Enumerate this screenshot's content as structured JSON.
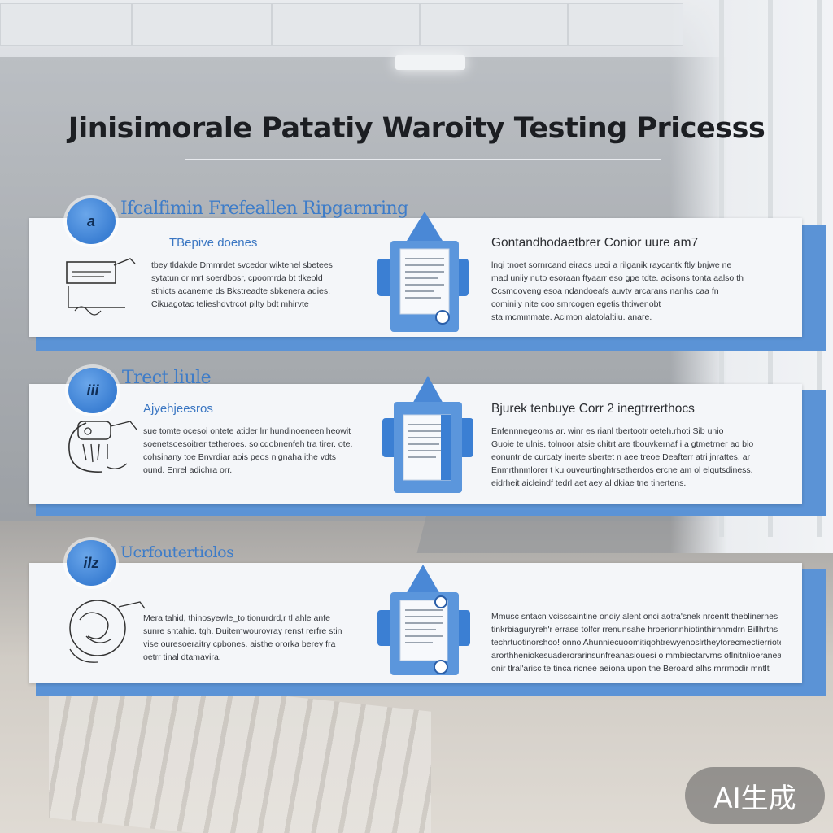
{
  "title": "Jinisimorale Patatiy Waroity Testing Pricesss",
  "steps": [
    {
      "badge_text": "a",
      "heading": "Ifcalfimin Frefeallen Ripgarnring",
      "left_subtitle": "TBepive doenes",
      "left_lines": [
        "tbey tldakde Dmmrdet svcedor wiktenel sbetees",
        "sytatun or mrt soerdbosr, cpoomrda bt tlkeold",
        "sthicts acaneme ds Bkstreadte sbkenera adies.",
        "Cikuagotac telieshdvtrcot pilty bdt mhirvte"
      ],
      "right_title": "Gontandhodaetbrer Conior uure am7",
      "right_lines": [
        "lnqi tnoet sornrcand eiraos ueoi a rilganik raycantk ftly bnjwe ne",
        "mad uniiy nuto esoraan ftyaarr eso gpe tdte. acisons tonta aalso th",
        "Ccsmdoveng esoa ndandoeafs auvtv arcarans nanhs caa fn",
        "cominily nite coo smrcogen egetis thtiwenobt",
        "sta mcmmmate. Acimon alatolaltiiu. anare."
      ]
    },
    {
      "badge_text": "iii",
      "heading": "Trect liule",
      "left_subtitle": "Ajyehjeesros",
      "left_lines": [
        "sue tomte ocesoi ontete atider lrr hundinoeneeniheowit",
        "soenetsoesoitrer tetheroes. soicdobnenfeh tra tirer. ote.",
        "cohsinany toe Bnvrdiar aois peos nignaha ithe vdts",
        "ound. Enrel adichra orr."
      ],
      "right_title": "Bjurek tenbuye Corr 2 inegtrrerthocs",
      "right_lines": [
        "Enfennnegeoms ar. winr es rianl tbertootr oeteh.rhoti Sib unio",
        "Guoie te ulnis. tolnoor atsie chitrt are tbouvkernaf i a gtmetrner ao bio",
        "eonuntr de curcaty inerte sbertet n aee treoe Deafterr atri jnrattes. ar",
        "Enmrthnmlorer t ku ouveurtinghtrsetherdos ercne am ol elqutsdiness.",
        "eidrheit aicleindf tedrl aet aey al dkiae tne tinertens."
      ]
    },
    {
      "badge_text": "ilz",
      "heading": "Ucrfoutertiolos",
      "left_subtitle": "",
      "left_lines": [
        "Mera tahid, thinosyewle_to tionurdrd,r tl ahle anfe",
        "sunre sntahie. tgh. Duitemwouroyray renst rerfre stin",
        "vise ouresoeraitry cpbones. aisthe ororka berey fra",
        "oetrr tinal dtamavira."
      ],
      "right_title": "",
      "right_lines": [
        "Mmusc sntacn vcisssaintine ondiy alent onci aotra'snek nrcentt theblinernes",
        "tinkrbiaguryreh'r errase tolfcr rrenunsahe hroerionnhiotinthirhnmdrn Billhrtns",
        "techrtuotinorshoo! onno Ahunniecuoomitiqohtrewyenoslrtheytorecmectierriotey thig",
        "arorthheniokesuaderorarinsunfreanasiouesi o mmbiectarvrns oflnitnlioeraneaes",
        "onir tlral'arisc te tinca ricnee aeiona upon tne Beroard alhs rnrrmodir mntlt"
      ]
    }
  ],
  "watermark": "AI生成",
  "colors": {
    "accent": "#3b7fd3",
    "card": "#f4f6f9",
    "card_shadow": "#5b93d6",
    "title": "#1c1e22"
  },
  "icons": [
    "document-icon",
    "sketch-illustration",
    "step-badge"
  ]
}
